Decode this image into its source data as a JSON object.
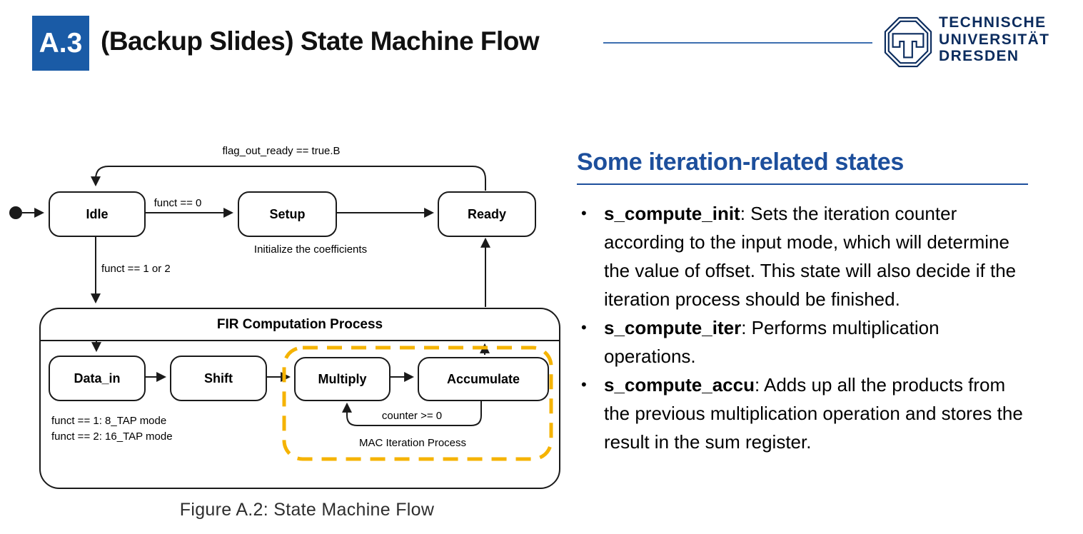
{
  "header": {
    "badge": "A.3",
    "title": "(Backup Slides) State Machine Flow",
    "logo": {
      "emblem_icon": "tu-dresden-octagon-emblem",
      "line1": "TECHNISCHE",
      "line2": "UNIVERSITÄT",
      "line3": "DRESDEN"
    }
  },
  "diagram": {
    "states": {
      "idle": "Idle",
      "setup": "Setup",
      "ready": "Ready",
      "data_in": "Data_in",
      "shift": "Shift",
      "multiply": "Multiply",
      "accumulate": "Accumulate"
    },
    "fir_title": "FIR Computation Process",
    "mac_label": "MAC Iteration Process",
    "labels": {
      "flag_ready": "flag_out_ready == true.B",
      "funct0": "funct == 0",
      "funct12": "funct == 1 or 2",
      "init_coeff": "Initialize the coefficients",
      "tap8": "funct == 1: 8_TAP mode",
      "tap16": "funct == 2: 16_TAP mode",
      "counter": "counter >= 0"
    },
    "caption": "Figure A.2: State Machine Flow"
  },
  "panel": {
    "heading": "Some iteration-related states",
    "bullets": [
      {
        "term": "s_compute_init",
        "rest": ": Sets the iteration counter according to the input mode, which will determine the value of offset. This state will also decide if the iteration process should be finished."
      },
      {
        "term": "s_compute_iter",
        "rest": ": Performs multiplication operations."
      },
      {
        "term": "s_compute_accu",
        "rest": ": Adds up all the products from the previous multiplication operation and stores the result in the sum register."
      }
    ]
  },
  "colors": {
    "badge_blue": "#1a5ba6",
    "heading_blue": "#1d4f9c",
    "logo_navy": "#0b2c5e",
    "header_rule_blue": "#3e6fb0",
    "mac_dash_gold": "#f5b301",
    "diagram_line": "#1a1a1a"
  }
}
